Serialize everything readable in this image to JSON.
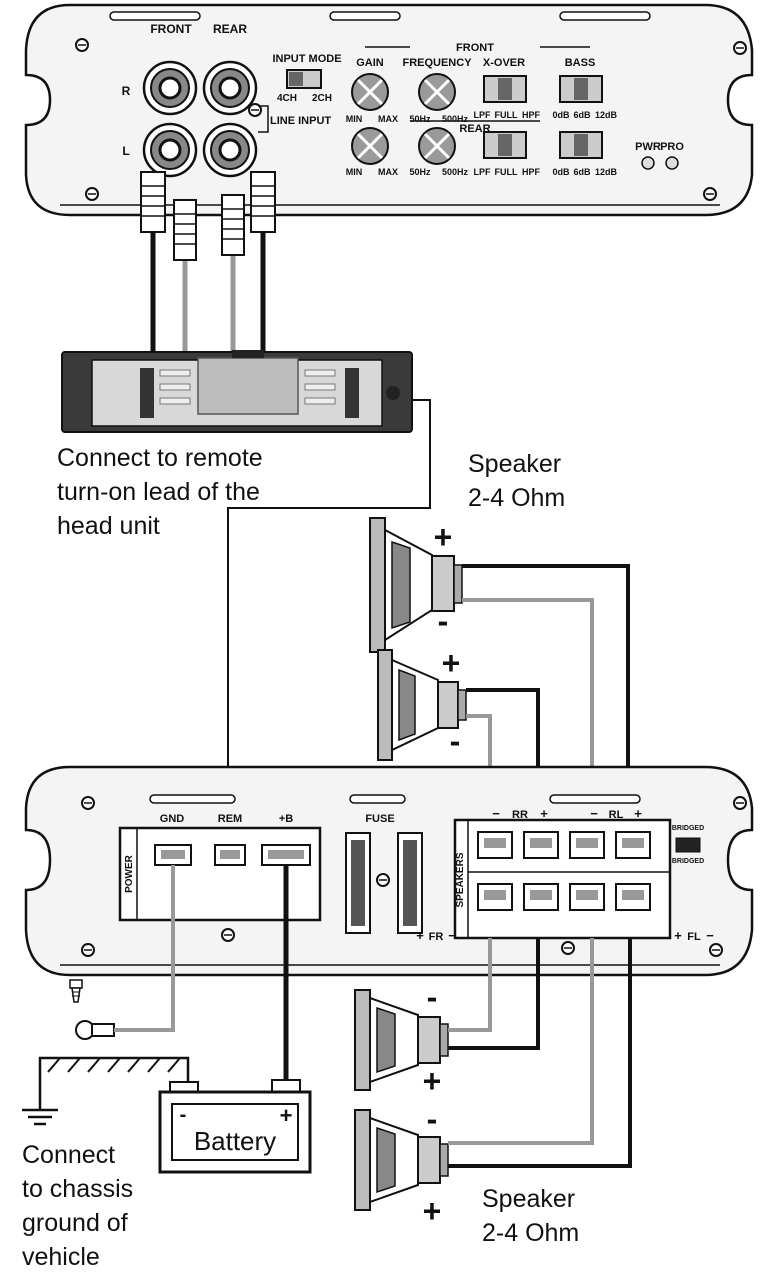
{
  "top_amp": {
    "front_label": "FRONT",
    "rear_label": "REAR",
    "r_label": "R",
    "l_label": "L",
    "input_mode_label": "INPUT MODE",
    "mode_4ch": "4CH",
    "mode_2ch": "2CH",
    "line_input_label": "LINE INPUT",
    "front_section_label": "FRONT",
    "rear_section_label": "REAR",
    "gain_label": "GAIN",
    "frequency_label": "FREQUENCY",
    "xover_label": "X-OVER",
    "bass_label": "BASS",
    "min_label": "MIN",
    "max_label": "MAX",
    "hz50_label": "50Hz",
    "hz500_label": "500Hz",
    "lpf_label": "LPF",
    "full_label": "FULL",
    "hpf_label": "HPF",
    "db0_label": "0dB",
    "db6_label": "6dB",
    "db12_label": "12dB",
    "pwr_label": "PWR",
    "pro_label": "PRO"
  },
  "head_unit_caption_1": "Connect to remote",
  "head_unit_caption_2": "turn-on lead of the",
  "head_unit_caption_3": "head unit",
  "speaker_top_label_1": "Speaker",
  "speaker_top_label_2": "2-4 Ohm",
  "bottom_amp": {
    "gnd_label": "GND",
    "rem_label": "REM",
    "b_label": "+B",
    "power_label": "POWER",
    "fuse_label": "FUSE",
    "speakers_label": "SPEAKERS",
    "rr_label": "RR",
    "rl_label": "RL",
    "fr_label": "FR",
    "fl_label": "FL",
    "bridged_label": "BRIDGED",
    "minus": "−",
    "plus": "+"
  },
  "battery_label": "Battery",
  "chassis_caption_1": "Connect",
  "chassis_caption_2": "to chassis",
  "chassis_caption_3": "ground of",
  "chassis_caption_4": "vehicle",
  "speaker_bottom_label_1": "Speaker",
  "speaker_bottom_label_2": "2-4 Ohm",
  "sym_plus": "+",
  "sym_minus": "-"
}
